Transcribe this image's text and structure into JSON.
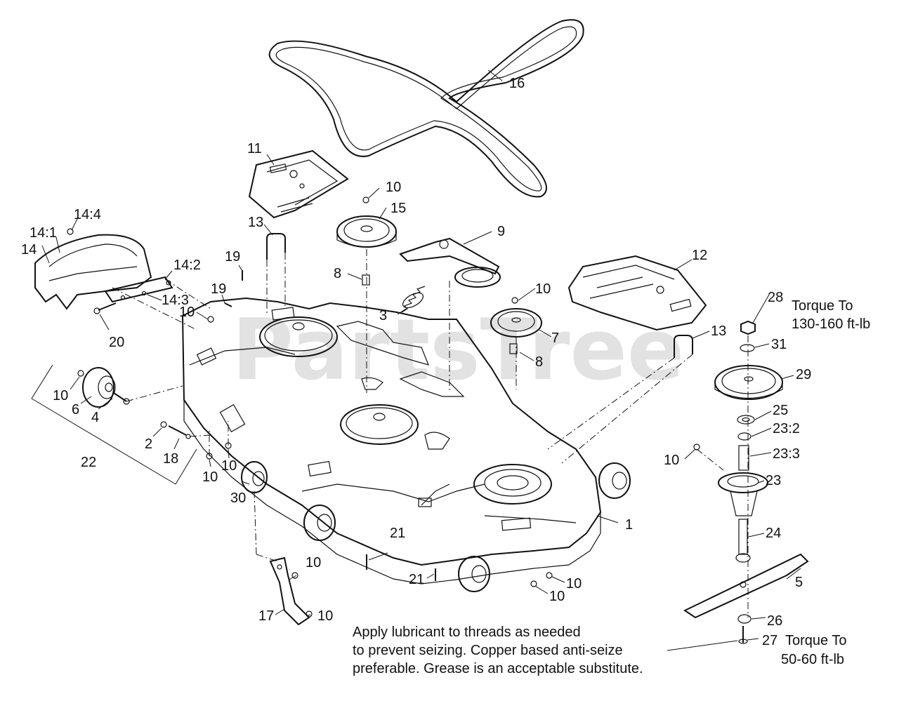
{
  "watermark": "PartsTree",
  "labels": {
    "l1": "1",
    "l2": "2",
    "l3": "3",
    "l4": "4",
    "l5": "5",
    "l6": "6",
    "l7": "7",
    "l8a": "8",
    "l8b": "8",
    "l9": "9",
    "l10a": "10",
    "l10b": "10",
    "l10c": "10",
    "l10d": "10",
    "l10e": "10",
    "l10f": "10",
    "l10g": "10",
    "l10h": "10",
    "l10i": "10",
    "l10j": "10",
    "l10k": "10",
    "l11": "11",
    "l12": "12",
    "l13a": "13",
    "l13b": "13",
    "l14": "14",
    "l14_1": "14:1",
    "l14_2": "14:2",
    "l14_3": "14:3",
    "l14_4": "14:4",
    "l15": "15",
    "l16": "16",
    "l17": "17",
    "l18": "18",
    "l19a": "19",
    "l19b": "19",
    "l20": "20",
    "l21a": "21",
    "l21b": "21",
    "l22": "22",
    "l23": "23",
    "l23_2": "23:2",
    "l23_3": "23:3",
    "l24": "24",
    "l25": "25",
    "l26": "26",
    "l27": "27",
    "l28": "28",
    "l29": "29",
    "l30": "30",
    "l31": "31"
  },
  "torque_notes": {
    "upper_line1": "Torque To",
    "upper_line2": "130-160 ft-lb",
    "lower_line1": "Torque To",
    "lower_line2": "50-60 ft-lb"
  },
  "lubricant_note": {
    "line1": "Apply lubricant to threads as needed",
    "line2": "to prevent seizing. Copper based anti-seize",
    "line3": "preferable. Grease is an acceptable substitute."
  }
}
